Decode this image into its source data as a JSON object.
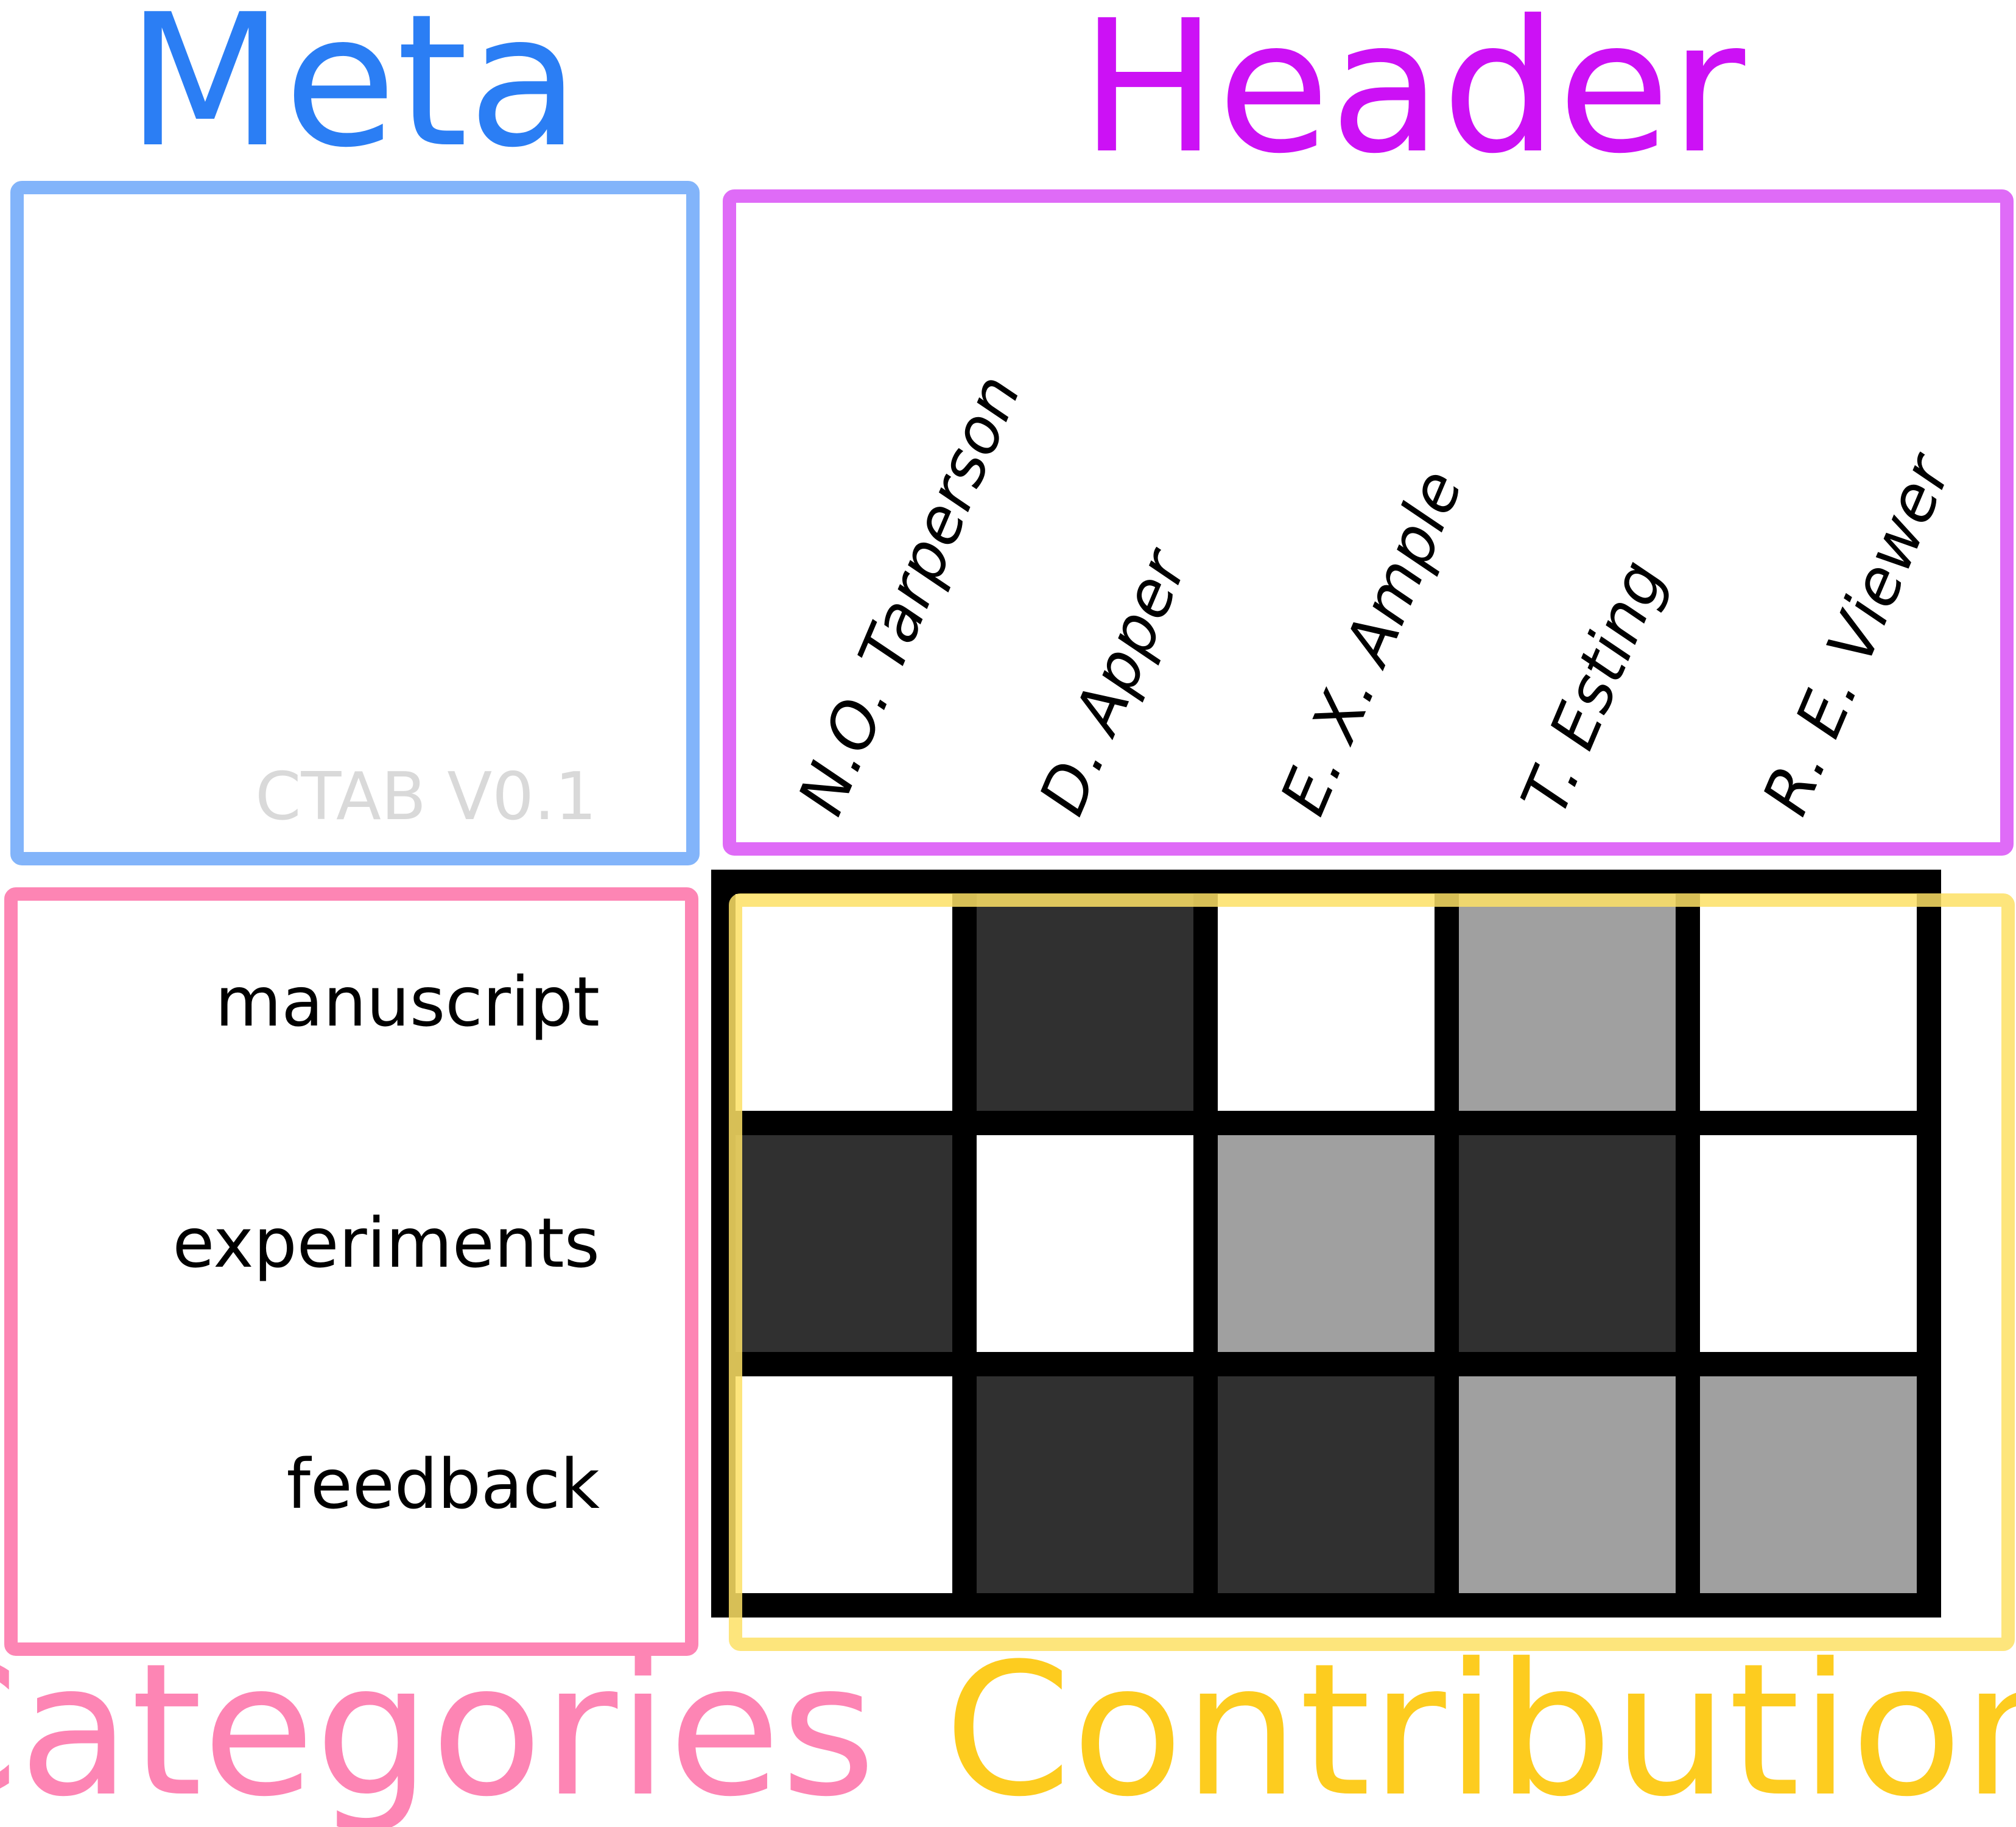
{
  "sections": {
    "meta": {
      "label": "Meta",
      "color": "#2b7ef4",
      "box_color": "#82b4fa"
    },
    "header": {
      "label": "Header",
      "color": "#cc11f5",
      "box_color": "#df6bf7"
    },
    "categories": {
      "label": "Categories",
      "color": "#fd85b4",
      "box_color": "#fd85b4"
    },
    "contributions": {
      "label": "Contributions",
      "color": "#fdcc1f",
      "box_color": "#fde165"
    }
  },
  "meta_box": {
    "version": "CTAB V0.1",
    "version_color": "#d9d9d9"
  },
  "chart_data": {
    "type": "heatmap",
    "x": [
      "N.O. Tarperson",
      "D. Apper",
      "E. X. Ample",
      "T. Esting",
      "R. E. Viewer"
    ],
    "y": [
      "manuscript",
      "experiments",
      "feedback"
    ],
    "values": [
      [
        0,
        2,
        0,
        1,
        0
      ],
      [
        2,
        0,
        1,
        2,
        0
      ],
      [
        0,
        2,
        2,
        1,
        1
      ]
    ],
    "levels": {
      "0": "#ffffff",
      "1": "#a0a0a0",
      "2": "#303030"
    },
    "grid_color": "#000000"
  }
}
